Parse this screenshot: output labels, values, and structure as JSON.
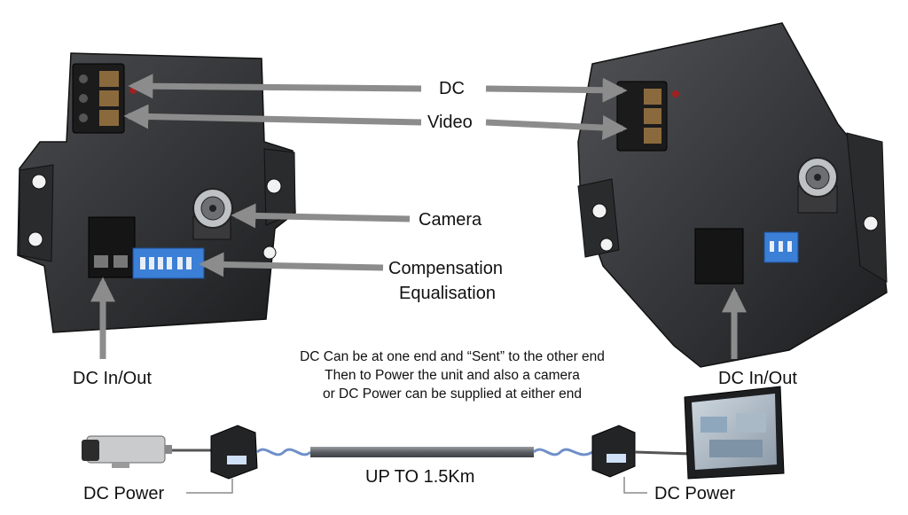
{
  "labels": {
    "dc": "DC",
    "video": "Video",
    "camera": "Camera",
    "compensation": "Compensation",
    "equalisation": "Equalisation",
    "dc_in_out_left": "DC In/Out",
    "dc_in_out_right": "DC In/Out",
    "note_line1": "DC Can be at one end and “Sent” to the other end",
    "note_line2": "Then to Power the unit and also a camera",
    "note_line3": "or DC Power can be supplied at either end",
    "distance": "UP TO 1.5Km",
    "dc_power_left": "DC Power",
    "dc_power_right": "DC Power"
  },
  "colors": {
    "arrow": "#8c8c8c",
    "device_body": "#2e2f31",
    "dip_switch": "#3b7fd6",
    "cable": "#6f7378",
    "background": "#ffffff"
  },
  "icons": {
    "terminal_block": "terminal-block-icon",
    "bnc_connector": "bnc-connector-icon",
    "dip_switch": "dip-switch-icon",
    "cctv_camera": "cctv-camera-icon",
    "monitor": "monitor-icon"
  }
}
